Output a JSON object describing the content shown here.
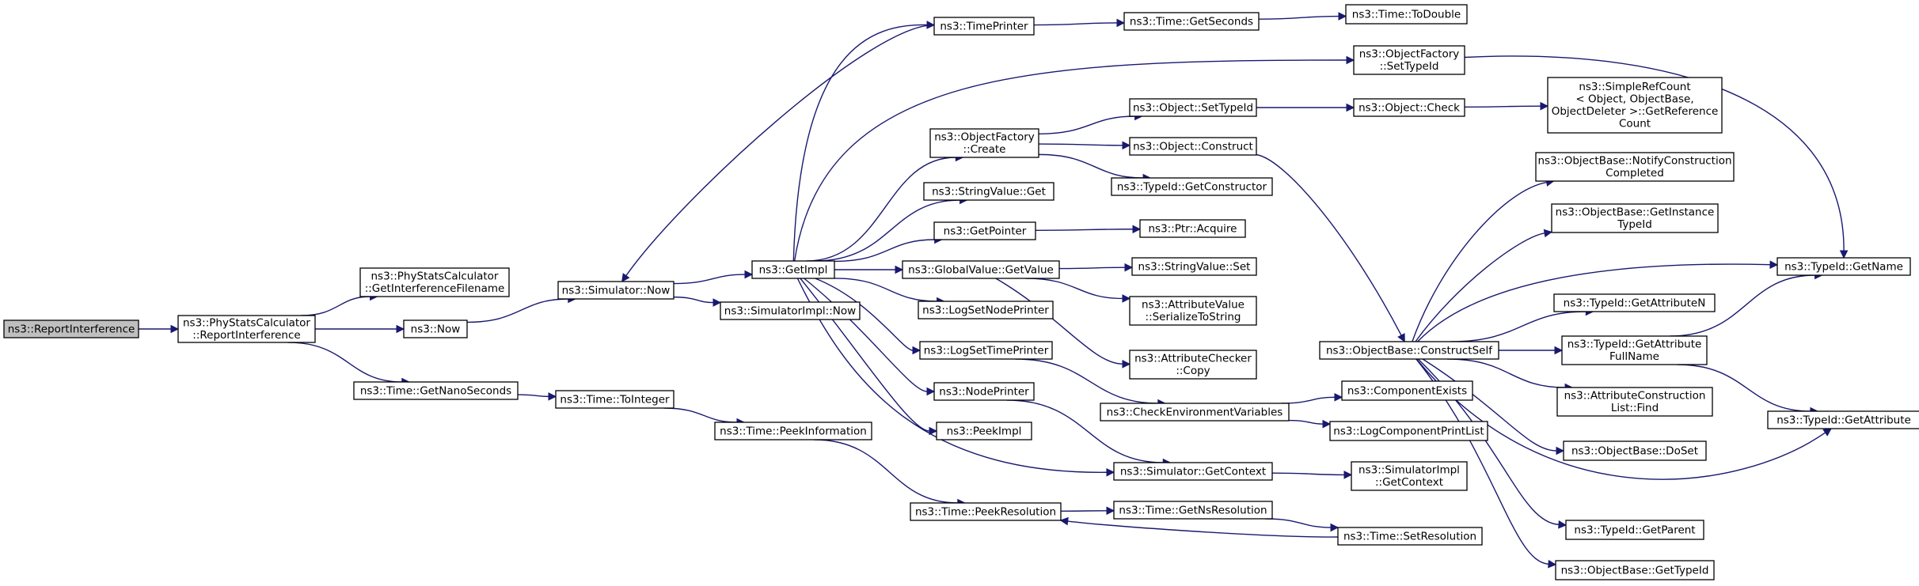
{
  "colors": {
    "edge": "#191970",
    "root_fill": "#bfbfbf",
    "node_fill": "#ffffff",
    "node_stroke": "#000000",
    "missing_stroke": "#ff0000"
  },
  "nodes": [
    {
      "id": "report_interference",
      "lines": [
        "ns3::ReportInterference"
      ],
      "style": "root"
    },
    {
      "id": "physc_report_interference",
      "lines": [
        "ns3::PhyStatsCalculator",
        "::ReportInterference"
      ]
    },
    {
      "id": "physc_get_interference_filename",
      "lines": [
        "ns3::PhyStatsCalculator",
        "::GetInterferenceFilename"
      ]
    },
    {
      "id": "now",
      "lines": [
        "ns3::Now"
      ]
    },
    {
      "id": "time_get_nanoseconds",
      "lines": [
        "ns3::Time::GetNanoSeconds"
      ]
    },
    {
      "id": "simulator_now",
      "lines": [
        "ns3::Simulator::Now"
      ]
    },
    {
      "id": "time_to_integer",
      "lines": [
        "ns3::Time::ToInteger"
      ]
    },
    {
      "id": "get_impl",
      "lines": [
        "ns3::GetImpl"
      ]
    },
    {
      "id": "simulator_impl_now",
      "lines": [
        "ns3::SimulatorImpl::Now"
      ]
    },
    {
      "id": "time_peek_information",
      "lines": [
        "ns3::Time::PeekInformation"
      ]
    },
    {
      "id": "time_printer",
      "lines": [
        "ns3::TimePrinter"
      ]
    },
    {
      "id": "object_factory_create",
      "lines": [
        "ns3::ObjectFactory",
        "::Create"
      ]
    },
    {
      "id": "string_value_get",
      "lines": [
        "ns3::StringValue::Get"
      ]
    },
    {
      "id": "get_pointer",
      "lines": [
        "ns3::GetPointer"
      ]
    },
    {
      "id": "global_value_get_value",
      "lines": [
        "ns3::GlobalValue::GetValue"
      ]
    },
    {
      "id": "log_set_node_printer",
      "lines": [
        "ns3::LogSetNodePrinter"
      ]
    },
    {
      "id": "log_set_time_printer",
      "lines": [
        "ns3::LogSetTimePrinter"
      ]
    },
    {
      "id": "node_printer",
      "lines": [
        "ns3::NodePrinter"
      ]
    },
    {
      "id": "peek_impl",
      "lines": [
        "ns3::PeekImpl"
      ]
    },
    {
      "id": "time_peek_resolution",
      "lines": [
        "ns3::Time::PeekResolution"
      ]
    },
    {
      "id": "time_get_seconds",
      "lines": [
        "ns3::Time::GetSeconds"
      ]
    },
    {
      "id": "object_set_type_id",
      "lines": [
        "ns3::Object::SetTypeId"
      ]
    },
    {
      "id": "object_construct",
      "lines": [
        "ns3::Object::Construct"
      ]
    },
    {
      "id": "type_id_get_constructor",
      "lines": [
        "ns3::TypeId::GetConstructor"
      ]
    },
    {
      "id": "ptr_acquire",
      "lines": [
        "ns3::Ptr::Acquire"
      ]
    },
    {
      "id": "string_value_set",
      "lines": [
        "ns3::StringValue::Set"
      ]
    },
    {
      "id": "attribute_value_serialize",
      "lines": [
        "ns3::AttributeValue",
        "::SerializeToString"
      ]
    },
    {
      "id": "attribute_checker_copy",
      "lines": [
        "ns3::AttributeChecker",
        "::Copy"
      ]
    },
    {
      "id": "check_environment_variables",
      "lines": [
        "ns3::CheckEnvironmentVariables"
      ]
    },
    {
      "id": "simulator_get_context",
      "lines": [
        "ns3::Simulator::GetContext"
      ]
    },
    {
      "id": "time_get_ns_resolution",
      "lines": [
        "ns3::Time::GetNsResolution"
      ]
    },
    {
      "id": "time_to_double",
      "lines": [
        "ns3::Time::ToDouble"
      ],
      "style": "missing"
    },
    {
      "id": "object_factory_set_type_id",
      "lines": [
        "ns3::ObjectFactory",
        "::SetTypeId"
      ]
    },
    {
      "id": "object_check",
      "lines": [
        "ns3::Object::Check"
      ]
    },
    {
      "id": "object_base_construct_self",
      "lines": [
        "ns3::ObjectBase::ConstructSelf"
      ]
    },
    {
      "id": "component_exists",
      "lines": [
        "ns3::ComponentExists"
      ],
      "style": "missing"
    },
    {
      "id": "log_component_print_list",
      "lines": [
        "ns3::LogComponentPrintList"
      ],
      "style": "missing"
    },
    {
      "id": "simulator_impl_get_context",
      "lines": [
        "ns3::SimulatorImpl",
        "::GetContext"
      ]
    },
    {
      "id": "time_set_resolution",
      "lines": [
        "ns3::Time::SetResolution"
      ]
    },
    {
      "id": "simple_ref_count",
      "lines": [
        "ns3::SimpleRefCount",
        "< Object, ObjectBase,",
        "ObjectDeleter >::GetReference",
        "Count"
      ]
    },
    {
      "id": "object_base_notify_construction",
      "lines": [
        "ns3::ObjectBase::NotifyConstruction",
        "Completed"
      ]
    },
    {
      "id": "object_base_get_instance_type_id",
      "lines": [
        "ns3::ObjectBase::GetInstance",
        "TypeId"
      ]
    },
    {
      "id": "type_id_get_attribute_n",
      "lines": [
        "ns3::TypeId::GetAttributeN"
      ]
    },
    {
      "id": "type_id_get_attribute_full_name",
      "lines": [
        "ns3::TypeId::GetAttribute",
        "FullName"
      ]
    },
    {
      "id": "attribute_construction_list_find",
      "lines": [
        "ns3::AttributeConstruction",
        "List::Find"
      ]
    },
    {
      "id": "object_base_do_set",
      "lines": [
        "ns3::ObjectBase::DoSet"
      ],
      "style": "missing"
    },
    {
      "id": "type_id_get_parent",
      "lines": [
        "ns3::TypeId::GetParent"
      ],
      "style": "missing"
    },
    {
      "id": "object_base_get_type_id",
      "lines": [
        "ns3::ObjectBase::GetTypeId"
      ],
      "style": "missing"
    },
    {
      "id": "type_id_get_name",
      "lines": [
        "ns3::TypeId::GetName"
      ]
    },
    {
      "id": "type_id_get_attribute",
      "lines": [
        "ns3::TypeId::GetAttribute"
      ]
    }
  ],
  "edges": [
    [
      "report_interference",
      "physc_report_interference"
    ],
    [
      "physc_report_interference",
      "physc_get_interference_filename"
    ],
    [
      "physc_report_interference",
      "now"
    ],
    [
      "physc_report_interference",
      "time_get_nanoseconds"
    ],
    [
      "now",
      "simulator_now"
    ],
    [
      "time_get_nanoseconds",
      "time_to_integer"
    ],
    [
      "simulator_now",
      "get_impl"
    ],
    [
      "simulator_now",
      "simulator_impl_now"
    ],
    [
      "time_to_integer",
      "time_peek_information"
    ],
    [
      "get_impl",
      "time_printer"
    ],
    [
      "get_impl",
      "object_factory_set_type_id"
    ],
    [
      "get_impl",
      "object_factory_create"
    ],
    [
      "get_impl",
      "string_value_get"
    ],
    [
      "get_impl",
      "get_pointer"
    ],
    [
      "get_impl",
      "global_value_get_value"
    ],
    [
      "get_impl",
      "log_set_node_printer"
    ],
    [
      "get_impl",
      "log_set_time_printer"
    ],
    [
      "get_impl",
      "node_printer"
    ],
    [
      "get_impl",
      "peek_impl"
    ],
    [
      "get_impl",
      "simulator_get_context"
    ],
    [
      "time_printer",
      "simulator_now"
    ],
    [
      "time_printer",
      "time_get_seconds"
    ],
    [
      "time_get_seconds",
      "time_to_double"
    ],
    [
      "object_factory_create",
      "object_set_type_id"
    ],
    [
      "object_factory_create",
      "object_construct"
    ],
    [
      "object_factory_create",
      "type_id_get_constructor"
    ],
    [
      "get_pointer",
      "ptr_acquire"
    ],
    [
      "global_value_get_value",
      "string_value_set"
    ],
    [
      "global_value_get_value",
      "attribute_value_serialize"
    ],
    [
      "global_value_get_value",
      "attribute_checker_copy"
    ],
    [
      "log_set_time_printer",
      "check_environment_variables"
    ],
    [
      "node_printer",
      "simulator_get_context"
    ],
    [
      "time_peek_information",
      "time_peek_resolution"
    ],
    [
      "time_peek_resolution",
      "time_get_ns_resolution"
    ],
    [
      "time_get_ns_resolution",
      "time_set_resolution"
    ],
    [
      "time_set_resolution",
      "time_peek_resolution"
    ],
    [
      "object_set_type_id",
      "object_check"
    ],
    [
      "object_check",
      "simple_ref_count"
    ],
    [
      "object_construct",
      "object_base_construct_self"
    ],
    [
      "object_factory_set_type_id",
      "type_id_get_name"
    ],
    [
      "check_environment_variables",
      "component_exists"
    ],
    [
      "check_environment_variables",
      "log_component_print_list"
    ],
    [
      "simulator_get_context",
      "simulator_impl_get_context"
    ],
    [
      "object_base_construct_self",
      "object_base_notify_construction"
    ],
    [
      "object_base_construct_self",
      "object_base_get_instance_type_id"
    ],
    [
      "object_base_construct_self",
      "type_id_get_name"
    ],
    [
      "object_base_construct_self",
      "type_id_get_attribute_n"
    ],
    [
      "object_base_construct_self",
      "type_id_get_attribute_full_name"
    ],
    [
      "object_base_construct_self",
      "attribute_construction_list_find"
    ],
    [
      "object_base_construct_self",
      "object_base_do_set"
    ],
    [
      "object_base_construct_self",
      "type_id_get_attribute"
    ],
    [
      "object_base_construct_self",
      "type_id_get_parent"
    ],
    [
      "object_base_construct_self",
      "object_base_get_type_id"
    ],
    [
      "type_id_get_attribute_full_name",
      "type_id_get_name"
    ],
    [
      "type_id_get_attribute_full_name",
      "type_id_get_attribute"
    ]
  ]
}
